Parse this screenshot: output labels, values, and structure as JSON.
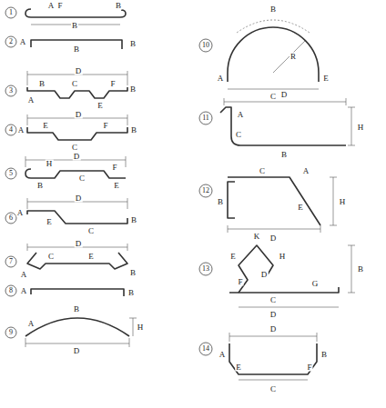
{
  "diagram": {
    "labels": [
      "1",
      "A",
      "F",
      "B",
      "B",
      "2",
      "A",
      "B",
      "B",
      "3",
      "D",
      "A",
      "B",
      "C",
      "E",
      "F",
      "B",
      "4",
      "D",
      "A",
      "E",
      "C",
      "F",
      "B",
      "5",
      "D",
      "B",
      "H",
      "C",
      "F",
      "E",
      "6",
      "D",
      "A",
      "E",
      "C",
      "B",
      "7",
      "D",
      "A",
      "C",
      "E",
      "B",
      "8",
      "A",
      "B",
      "9",
      "A",
      "B",
      "H",
      "D",
      "10",
      "B",
      "R",
      "A",
      "E",
      "C",
      "11",
      "D",
      "A",
      "C",
      "B",
      "H",
      "12",
      "C",
      "A",
      "B",
      "E",
      "H",
      "D",
      "13",
      "K",
      "E",
      "D",
      "F",
      "H",
      "C",
      "D",
      "G",
      "B",
      "14",
      "D",
      "A",
      "B",
      "E",
      "F",
      "C"
    ]
  }
}
